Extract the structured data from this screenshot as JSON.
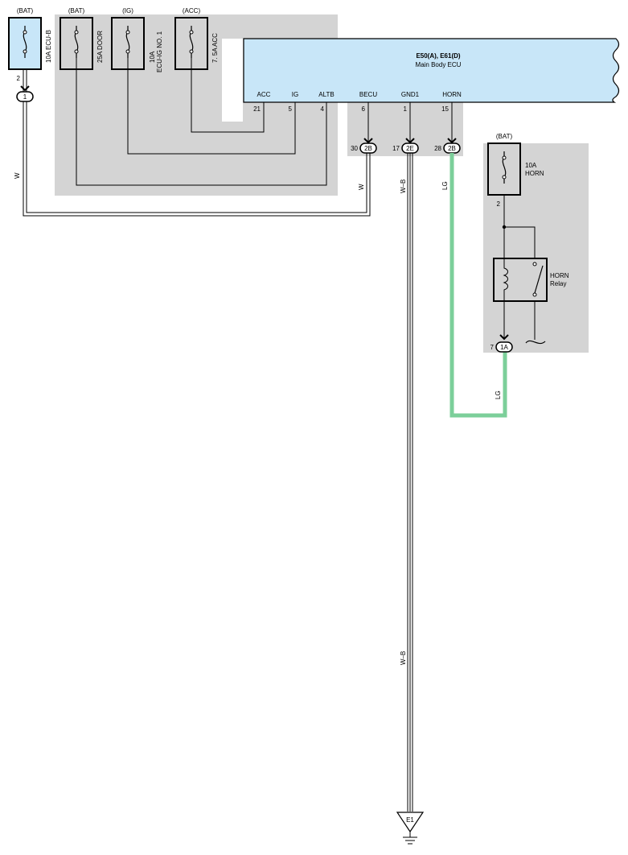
{
  "colors": {
    "shade": "#d4d4d4",
    "ecu_fill": "#c8e6f8",
    "fuse_highlight": "#c8e6f8",
    "lg_wire": "#7ccf9a",
    "line": "#000000"
  },
  "fuses": [
    {
      "supply": "(BAT)",
      "rating": "10A ECU-B",
      "pin": "2",
      "highlight": true
    },
    {
      "supply": "(BAT)",
      "rating": "25A DOOR"
    },
    {
      "supply": "(IG)",
      "rating_line1": "10A",
      "rating_line2": "ECU-IG NO. 1"
    },
    {
      "supply": "(ACC)",
      "rating": "7. 5A ACC"
    }
  ],
  "ecu": {
    "title": "E50(A), E61(D)",
    "subtitle": "Main Body ECU",
    "terminals": [
      {
        "name": "ACC",
        "pin": "21"
      },
      {
        "name": "IG",
        "pin": "5"
      },
      {
        "name": "ALTB",
        "pin": "4"
      },
      {
        "name": "BECU",
        "pin": "6"
      },
      {
        "name": "GND1",
        "pin": "1"
      },
      {
        "name": "HORN",
        "pin": "15"
      }
    ]
  },
  "connectors": {
    "left": {
      "label": "1"
    },
    "becu": {
      "pin": "30",
      "label": "2B"
    },
    "gnd": {
      "pin": "17",
      "label": "2E"
    },
    "horn": {
      "pin": "28",
      "label": "2B"
    },
    "relay_out": {
      "pin": "7",
      "label": "1A"
    }
  },
  "wires": {
    "w_left": "W",
    "w_becu": "W",
    "wb_top": "W–B",
    "wb_bottom": "W–B",
    "lg_top": "LG",
    "lg_bottom": "LG"
  },
  "horn_fuse": {
    "supply": "(BAT)",
    "line1": "10A",
    "line2": "HORN",
    "pin": "2"
  },
  "relay": {
    "line1": "HORN",
    "line2": "Relay"
  },
  "ground": {
    "label": "E1"
  }
}
